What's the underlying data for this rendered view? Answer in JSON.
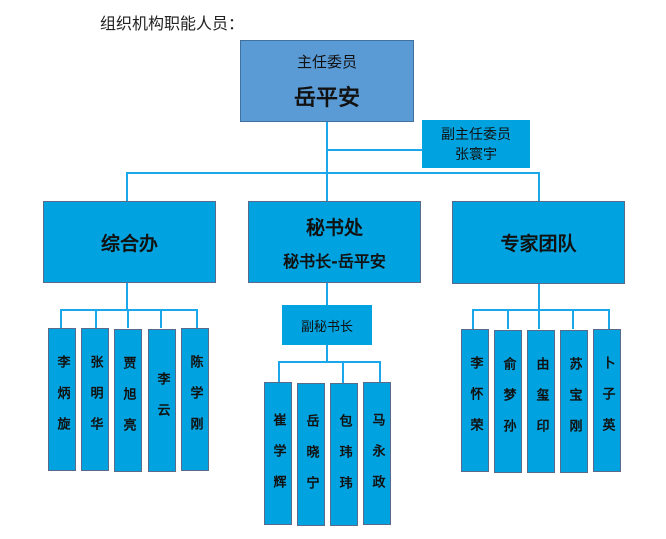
{
  "heading": "组织机构职能人员：",
  "chair": {
    "title": "主任委员",
    "name": "岳平安"
  },
  "vice_chair": {
    "title": "副主任委员",
    "name": "张寰宇"
  },
  "departments": [
    {
      "name": "综合办",
      "members": [
        "李炳旋",
        "张明华",
        "贾旭亮",
        "李云",
        "陈学刚"
      ]
    },
    {
      "name": "秘书处",
      "subtitle": "秘书长-岳平安",
      "deputy": "副秘书长",
      "members": [
        "崔学辉",
        "岳晓宁",
        "包玮玮",
        "马永政"
      ]
    },
    {
      "name": "专家团队",
      "members": [
        "李怀荣",
        "俞梦孙",
        "由玺印",
        "苏宝刚",
        "卜子英"
      ]
    }
  ],
  "colors": {
    "chair_fill": "#5b9bd5",
    "box_fill": "#00a3e0",
    "connector": "#1aa7ec"
  }
}
